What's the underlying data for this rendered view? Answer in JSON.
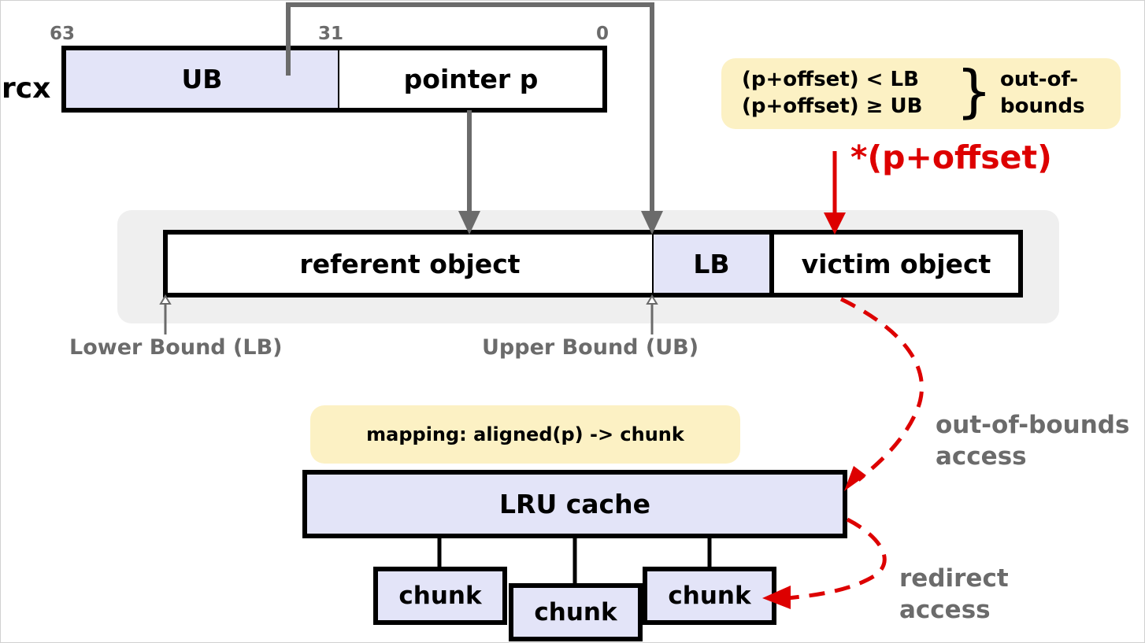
{
  "register": {
    "name": "rcx",
    "bit_labels": {
      "high": "63",
      "mid": "31",
      "low": "0"
    },
    "ub_field": "UB",
    "pointer_field": "pointer p"
  },
  "condition": {
    "line1": "(p+offset) < LB",
    "line2": "(p+offset) ≥ UB",
    "result_line1": "out-of-",
    "result_line2": "bounds"
  },
  "deref_expression": "*(p+offset)",
  "memory": {
    "referent": "referent object",
    "lb": "LB",
    "victim": "victim object",
    "lower_bound_label": "Lower Bound (LB)",
    "upper_bound_label": "Upper Bound (UB)"
  },
  "mapping_note": "mapping: aligned(p) -> chunk",
  "cache": {
    "label": "LRU cache",
    "chunks": [
      "chunk",
      "chunk",
      "chunk"
    ]
  },
  "annotations": {
    "oob_line1": "out-of-bounds",
    "oob_line2": "access",
    "redirect_line1": "redirect",
    "redirect_line2": "access"
  },
  "colors": {
    "lavender": "#e3e4f8",
    "yellow_note": "#fcf1c4",
    "red_accent": "#dd0000",
    "arrow_gray": "#6b6b6b"
  }
}
